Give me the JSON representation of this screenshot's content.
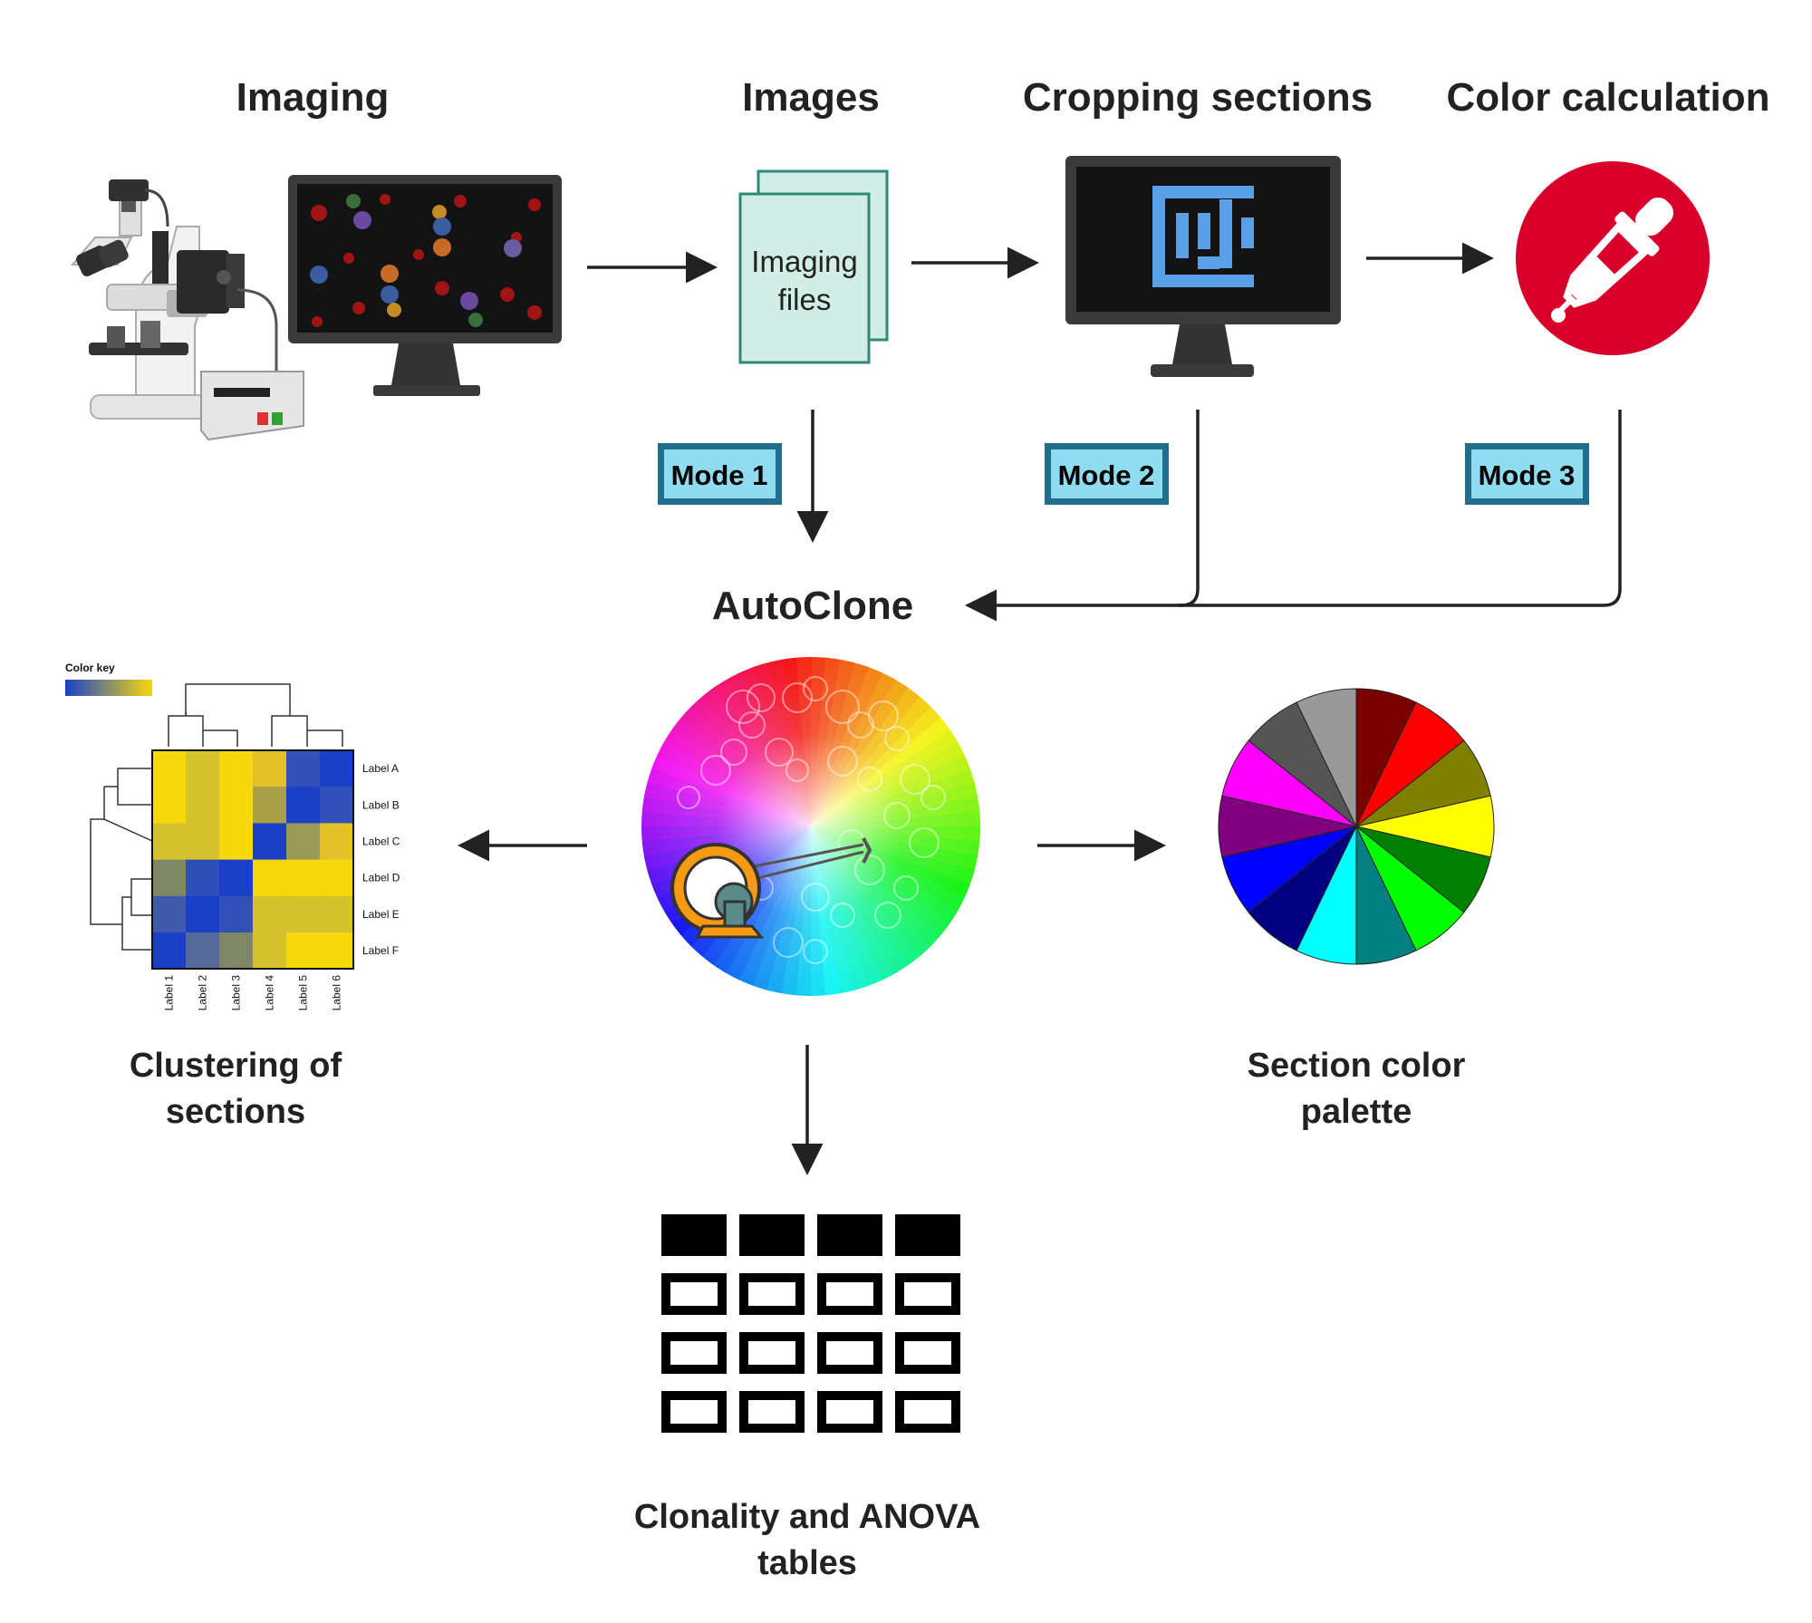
{
  "titles": {
    "imaging": "Imaging",
    "images": "Images",
    "cropping": "Cropping sections",
    "color_calc": "Color calculation",
    "autoclone": "AutoClone"
  },
  "files": {
    "line1": "Imaging",
    "line2": "files"
  },
  "modes": [
    "Mode 1",
    "Mode 2",
    "Mode 3"
  ],
  "outputs": {
    "clustering": [
      "Clustering of",
      "sections"
    ],
    "palette": [
      "Section color",
      "palette"
    ],
    "tables": [
      "Clonality and ANOVA",
      "tables"
    ]
  },
  "heatmap": {
    "color_key": "Color key",
    "row_labels": [
      "Label A",
      "Label B",
      "Label C",
      "Label D",
      "Label E",
      "Label F"
    ],
    "col_labels": [
      "Label 1",
      "Label 2",
      "Label 3",
      "Label 4",
      "Label 5",
      "Label 6"
    ],
    "cells": [
      [
        "#f5d90c",
        "#d6c22e",
        "#f5d90c",
        "#e2c228",
        "#3150b8",
        "#1a40c8"
      ],
      [
        "#f5d90c",
        "#d6c22e",
        "#f5d90c",
        "#a8a048",
        "#1a40c8",
        "#3150b8"
      ],
      [
        "#d6c22e",
        "#d6c22e",
        "#f5d90c",
        "#1a40c8",
        "#9a9a58",
        "#e2c228"
      ],
      [
        "#7f8766",
        "#2f4fb8",
        "#1a40c8",
        "#f5d90c",
        "#f5d90c",
        "#f5d90c"
      ],
      [
        "#3e5aa8",
        "#1a40c8",
        "#3150b8",
        "#d6c22e",
        "#d6c22e",
        "#d6c22e"
      ],
      [
        "#1a40c8",
        "#55699a",
        "#7f8766",
        "#d6c22e",
        "#f5d90c",
        "#f5d90c"
      ]
    ]
  },
  "palette_colors": [
    "#7a0000",
    "#ff0000",
    "#7f7f00",
    "#ffff00",
    "#008000",
    "#00ff00",
    "#008080",
    "#00ffff",
    "#000080",
    "#0000ff",
    "#800080",
    "#ff00ff",
    "#555555",
    "#999999"
  ],
  "table_header_cells": 4,
  "table_body_rows": 3,
  "colors": {
    "mode_fill": "#8fdcf0",
    "mode_border": "#1f6e8c",
    "dropper_red": "#d8002a",
    "fiji_blue": "#5aa0e6",
    "file_fill": "#d2ede6",
    "file_stroke": "#2e8a76",
    "tape_orange": "#f59a12"
  }
}
